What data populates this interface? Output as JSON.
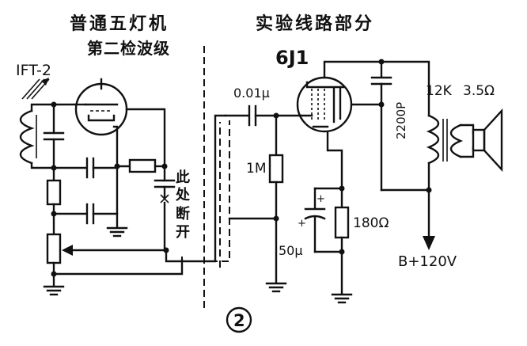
{
  "headings": {
    "left_title": "普通五灯机",
    "left_subtitle": "第二检波级",
    "right_title": "实验线路部分"
  },
  "components": {
    "transformer": "IFT-2",
    "tube": "6J1",
    "coupling_cap": "0.01μ",
    "plate_cap": "2200P",
    "grid_resistor": "1M",
    "cathode_resistor": "180Ω",
    "cathode_cap": "50μ",
    "output_transformer": "12K",
    "speaker_impedance": "3.5Ω",
    "supply": "B+120V"
  },
  "break_note": [
    "此",
    "处",
    "断",
    "开"
  ],
  "figure_number": "2"
}
